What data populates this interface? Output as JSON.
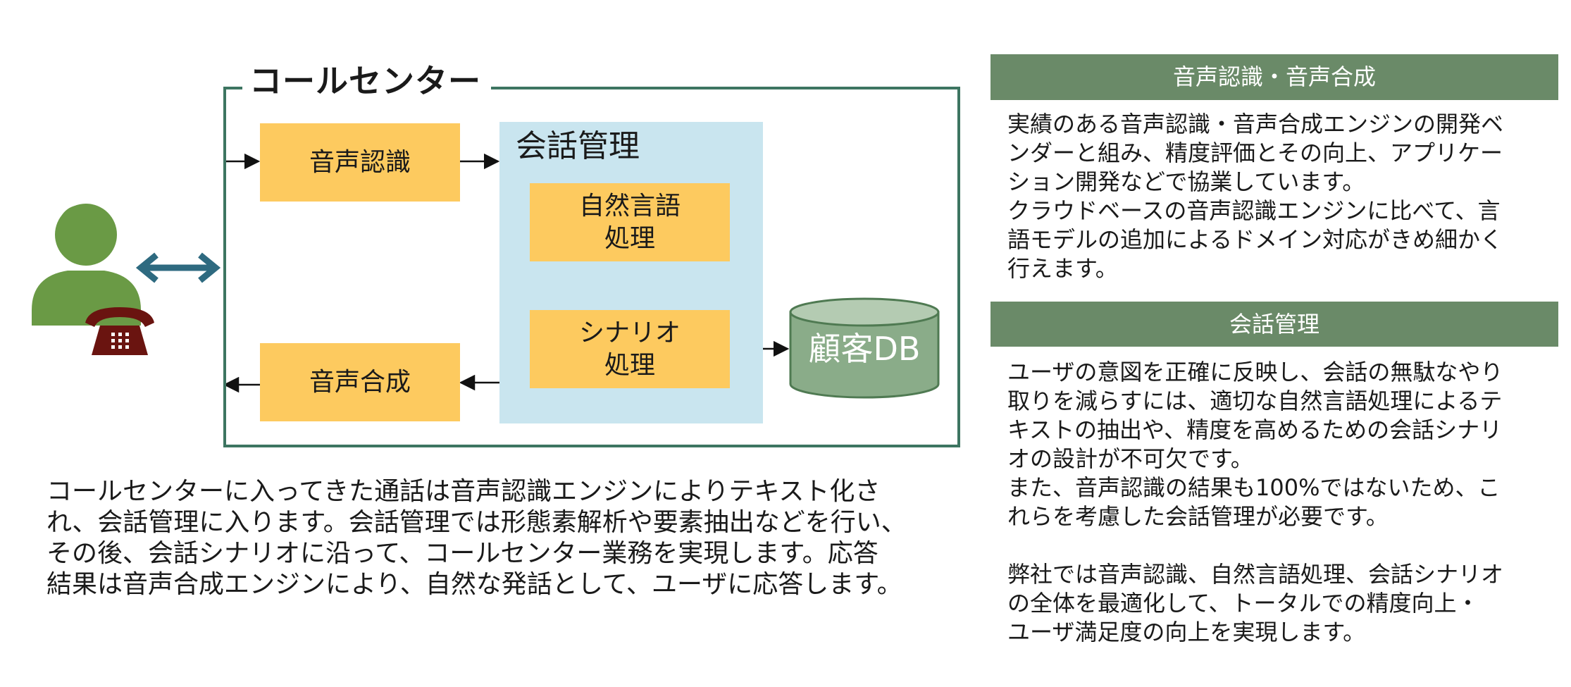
{
  "diagram": {
    "frame_title": "コールセンター",
    "boxes": {
      "asr": "音声認識",
      "tts": "音声合成",
      "conversation": "会話管理",
      "nlp": [
        "自然言語",
        "処理"
      ],
      "scenario": [
        "シナリオ",
        "処理"
      ],
      "db": "顧客DB"
    }
  },
  "description": [
    "コールセンターに入ってきた通話は音声認識エンジンによりテキスト化さ",
    "れ、会話管理に入ります。会話管理では形態素解析や要素抽出などを行い、",
    "その後、会話シナリオに沿って、コールセンター業務を実現します。応答",
    "結果は音声合成エンジンにより、自然な発話として、ユーザに応答します。"
  ],
  "sections": [
    {
      "header": "音声認識・音声合成",
      "paragraphs": [
        [
          "実績のある音声認識・音声合成エンジンの開発ベ",
          "ンダーと組み、精度評価とその向上、アプリケー",
          "ション開発などで協業しています。"
        ],
        [
          "クラウドベースの音声認識エンジンに比べて、言",
          "語モデルの追加によるドメイン対応がきめ細かく",
          "行えます。"
        ]
      ]
    },
    {
      "header": "会話管理",
      "paragraphs": [
        [
          "ユーザの意図を正確に反映し、会話の無駄なやり",
          "取りを減らすには、適切な自然言語処理によるテ",
          "キストの抽出や、精度を高めるための会話シナリ",
          "オの設計が不可欠です。"
        ],
        [
          "また、音声認識の結果も100%ではないため、こ",
          "れらを考慮した会話管理が必要です。"
        ],
        [
          "弊社では音声認識、自然言語処理、会話シナリオ",
          "の全体を最適化して、トータルでの精度向上・",
          "ユーザ満足度の向上を実現します。"
        ]
      ]
    }
  ],
  "icons": [
    "user-icon",
    "telephone-icon",
    "database-icon",
    "arrow-icon"
  ],
  "colors": {
    "frame": "#3d7561",
    "box": "#fdca5f",
    "panel": "#c9e5ef",
    "header": "#6a8a68",
    "db": "#8aac89",
    "user": "#6a9a45",
    "phone": "#6a1410",
    "double_arrow": "#2e6a80"
  }
}
